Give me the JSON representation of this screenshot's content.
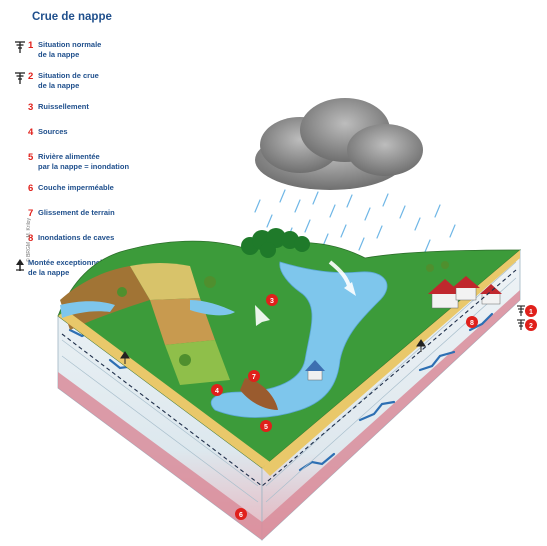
{
  "title": "Crue de nappe",
  "legend": [
    {
      "num": "1",
      "icon": "water-table-symbol-icon",
      "lines": [
        "Situation normale",
        "de la nappe"
      ]
    },
    {
      "num": "2",
      "icon": "water-table-symbol-icon",
      "lines": [
        "Situation de crue",
        "de la nappe"
      ]
    },
    {
      "num": "3",
      "icon": "",
      "lines": [
        "Ruissellement"
      ]
    },
    {
      "num": "4",
      "icon": "",
      "lines": [
        "Sources"
      ]
    },
    {
      "num": "5",
      "icon": "",
      "lines": [
        "Rivière alimentée",
        "par la nappe = inondation"
      ]
    },
    {
      "num": "6",
      "icon": "",
      "lines": [
        "Couche imperméable"
      ]
    },
    {
      "num": "7",
      "icon": "",
      "lines": [
        "Glissement de terrain"
      ]
    },
    {
      "num": "8",
      "icon": "",
      "lines": [
        "Inondations de caves"
      ]
    },
    {
      "num": "",
      "icon": "exceptional-rise-arrow-icon",
      "lines": [
        "Montée exceptionnelle",
        "de la nappe"
      ]
    }
  ],
  "credit": "© BRGM - M. Kriloy",
  "markers": {
    "m1": "1",
    "m2": "2",
    "m3": "3",
    "m4": "4",
    "m5": "5",
    "m6": "6",
    "m7": "7",
    "m8": "8"
  },
  "colors": {
    "title": "#1f4f8c",
    "number": "#e0201b",
    "water": "#7ec6ec",
    "grass": "#3c9b3a",
    "rock": "#dfe9ef",
    "aquifer_crack": "#2d6fb3",
    "impermeable_layer": "#d98c9a",
    "cloud": "#8c8c8c"
  }
}
